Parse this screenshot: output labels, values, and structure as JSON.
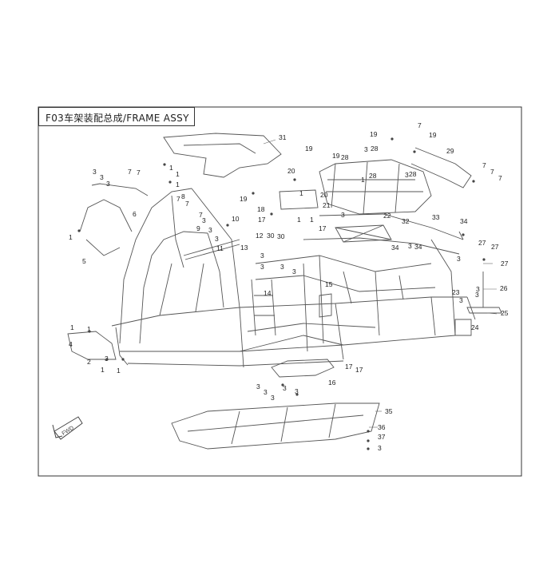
{
  "page": {
    "title": "F03车架装配总成/FRAME ASSY"
  },
  "fwd_badge": {
    "label": "FWD"
  },
  "callouts": {
    "c1": "1",
    "c2": "2",
    "c3": "3",
    "c4": "4",
    "c5": "5",
    "c6": "6",
    "c7": "7",
    "c8": "8",
    "c9": "9",
    "c10": "10",
    "c11": "11",
    "c12": "12",
    "c13": "13",
    "c14": "14",
    "c15": "15",
    "c16": "16",
    "c17": "17",
    "c18": "18",
    "c19": "19",
    "c20": "20",
    "c21": "21",
    "c22": "22",
    "c23": "23",
    "c24": "24",
    "c25": "25",
    "c26": "26",
    "c27": "27",
    "c28": "28",
    "c29": "29",
    "c30": "30",
    "c31": "31",
    "c32": "32",
    "c33": "33",
    "c34": "34",
    "c35": "35",
    "c36": "36",
    "c37": "37"
  }
}
